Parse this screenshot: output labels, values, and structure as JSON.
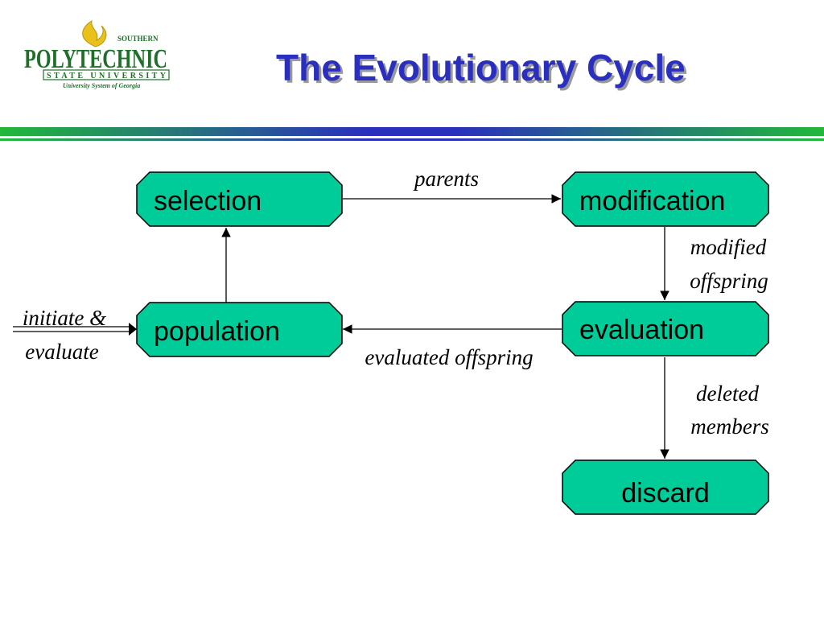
{
  "slide": {
    "title": "The Evolutionary Cycle",
    "colors": {
      "title": "#2a2fbd",
      "node_fill": "#00cc99",
      "rule_green": "#22b83a",
      "rule_blue": "#2a2fbd"
    }
  },
  "logo": {
    "icon": "flame-icon",
    "top_line": "SOUTHERN",
    "name": "POLYTECHNIC",
    "subtitle": "STATE UNIVERSITY",
    "system": "University System of Georgia"
  },
  "diagram": {
    "nodes": {
      "selection": "selection",
      "modification": "modification",
      "population": "population",
      "evaluation": "evaluation",
      "discard": "discard"
    },
    "edges": {
      "parents": "parents",
      "modified_line1": "modified",
      "modified_line2": "offspring",
      "evaluated_offspring": "evaluated offspring",
      "deleted_line1": "deleted",
      "deleted_line2": "members",
      "initiate_line1": "initiate &",
      "initiate_line2": "evaluate"
    }
  }
}
